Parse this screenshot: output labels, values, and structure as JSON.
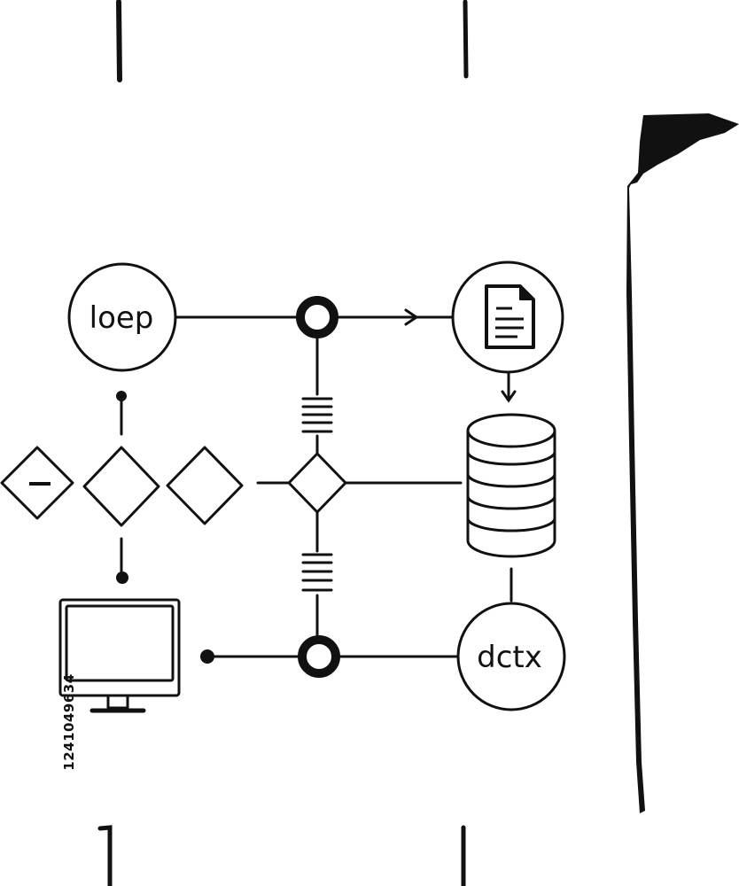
{
  "labels": {
    "loop_node": "loep",
    "data_node": "dctx",
    "stock_id": "1241049634"
  },
  "icons": {
    "document": "document-icon",
    "database": "database-icon",
    "monitor": "monitor-icon",
    "brush": "brush-stroke-icon"
  },
  "colors": {
    "ink": "#111111",
    "background": "#ffffff"
  }
}
